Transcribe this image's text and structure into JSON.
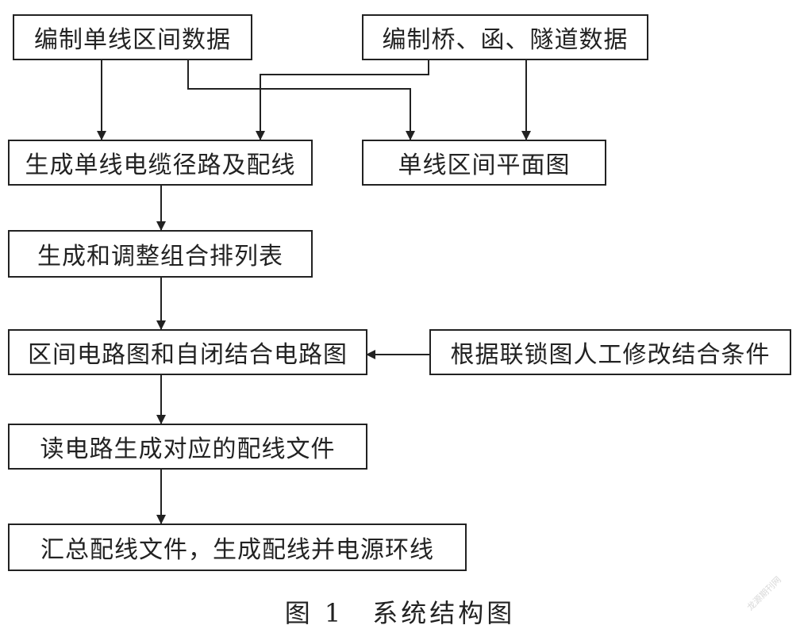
{
  "nodes": {
    "n1": "编制单线区间数据",
    "n2": "编制桥、函、隧道数据",
    "n3": "生成单线电缆径路及配线",
    "n4": "单线区间平面图",
    "n5": "生成和调整组合排列表",
    "n6": "区间电路图和自闭结合电路图",
    "n7": "根据联锁图人工修改结合条件",
    "n8": "读电路生成对应的配线文件",
    "n9": "汇总配线文件，生成配线并电源环线"
  },
  "caption": "图 1　系统结构图",
  "watermark": "龙源期刊网",
  "colors": {
    "line": "#222222"
  }
}
